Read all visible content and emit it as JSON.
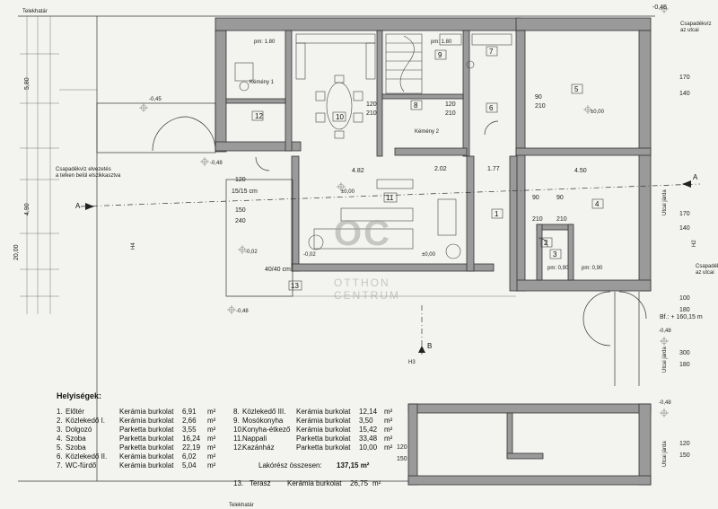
{
  "header": {
    "street_top": "Telekhatár",
    "street_bottom": "Telekhatár",
    "level_top_right": "-0,48",
    "right_street_label_1": "Csapadékvíz\naz utcai",
    "right_street_label_2": "Csapadék\naz utcai",
    "rain_note": "Csapadékvíz elvezetés\na telken belül elszikkasztva",
    "bf_label": "Bf.: + 160,15 m",
    "utcai_jarda": "Utcai járda"
  },
  "rooms": [
    {
      "num": "1",
      "name": "Előtér"
    },
    {
      "num": "2",
      "name": "Közlekedő I."
    },
    {
      "num": "3",
      "name": "Dolgozó"
    },
    {
      "num": "4",
      "name": "Szoba"
    },
    {
      "num": "5",
      "name": "Szoba"
    },
    {
      "num": "6",
      "name": "Közlekedő II."
    },
    {
      "num": "7",
      "name": "WC-fürdő"
    },
    {
      "num": "8",
      "name": "Közlekedő III."
    },
    {
      "num": "9",
      "name": "Mosókonyha"
    },
    {
      "num": "10",
      "name": "Konyha-étkező"
    },
    {
      "num": "11",
      "name": "Nappali"
    },
    {
      "num": "12",
      "name": "Kazánház"
    },
    {
      "num": "13",
      "name": "Terasz"
    }
  ],
  "plan_labels": {
    "kemeny1": "Kémény 1",
    "kemeny2": "Kémény 2",
    "pm180": "pm: 1.80",
    "pm090": "pm: 0,90",
    "lvl_000": "±0,00",
    "lvl_m002": "-0,02",
    "lvl_m045": "-0,45",
    "lvl_m048": "-0,48",
    "section_a": "A",
    "section_b": "B",
    "h2": "H2",
    "h3": "H3",
    "h4": "H4",
    "dim_482": "4.82",
    "dim_450": "4.50",
    "dim_202": "2.02",
    "dim_177": "1.77",
    "dim_2000": "20,00",
    "dim_580": "5,80",
    "dim_490": "4,90",
    "dim_170_140": "170\n140",
    "dim_170_140b": "170\n140",
    "dim_100_180": "100\n180",
    "dim_300_180": "300\n180",
    "dim_120_150": "120\n150",
    "dim_120_150b": "120\n150",
    "dim_90_210": "90\n210",
    "dim_120_210": "120\n210",
    "dim_150_240": "150\n240",
    "dim_15_15": "15/15 cm",
    "dim_40_40": "40/40 cm"
  },
  "legend": {
    "title": "Helyiségek:",
    "left": [
      {
        "n": "1.",
        "name": "Előtér",
        "mat": "Kerámia burkolat",
        "area": "6,91",
        "unit": "m²"
      },
      {
        "n": "2.",
        "name": "Közlekedő I.",
        "mat": "Kerámia burkolat",
        "area": "2,66",
        "unit": "m²"
      },
      {
        "n": "3.",
        "name": "Dolgozó",
        "mat": "Parketta burkolat",
        "area": "3,55",
        "unit": "m²"
      },
      {
        "n": "4.",
        "name": "Szoba",
        "mat": "Parketta burkolat",
        "area": "16,24",
        "unit": "m²"
      },
      {
        "n": "5.",
        "name": "Szoba",
        "mat": "Parketta burkolat",
        "area": "22,19",
        "unit": "m²"
      },
      {
        "n": "6.",
        "name": "Közlekedő II.",
        "mat": "Kerámia burkolat",
        "area": "6,02",
        "unit": "m²"
      },
      {
        "n": "7.",
        "name": "WC-fürdő",
        "mat": "Kerámia burkolat",
        "area": "5,04",
        "unit": "m²"
      }
    ],
    "right": [
      {
        "n": "8.",
        "name": "Közlekedő III.",
        "mat": "Kerámia burkolat",
        "area": "12,14",
        "unit": "m²"
      },
      {
        "n": "9.",
        "name": "Mosókonyha",
        "mat": "Kerámia burkolat",
        "area": "3,50",
        "unit": "m²"
      },
      {
        "n": "10.",
        "name": "Konyha-étkező",
        "mat": "Kerámia burkolat",
        "area": "15,42",
        "unit": "m²"
      },
      {
        "n": "11.",
        "name": "Nappali",
        "mat": "Parketta burkolat",
        "area": "33,48",
        "unit": "m²"
      },
      {
        "n": "12.",
        "name": "Kazánház",
        "mat": "Parketta burkolat",
        "area": "10,00",
        "unit": "m²"
      }
    ],
    "total_label": "Lakórész összesen:",
    "total_value": "137,15 m²",
    "terrace": {
      "n": "13.",
      "name": "Terasz",
      "mat": "Kerámia burkolat",
      "area": "26,75",
      "unit": "m²"
    }
  },
  "watermark": {
    "logo": "OC",
    "line1": "OTTHON",
    "line2": "CENTRUM"
  }
}
